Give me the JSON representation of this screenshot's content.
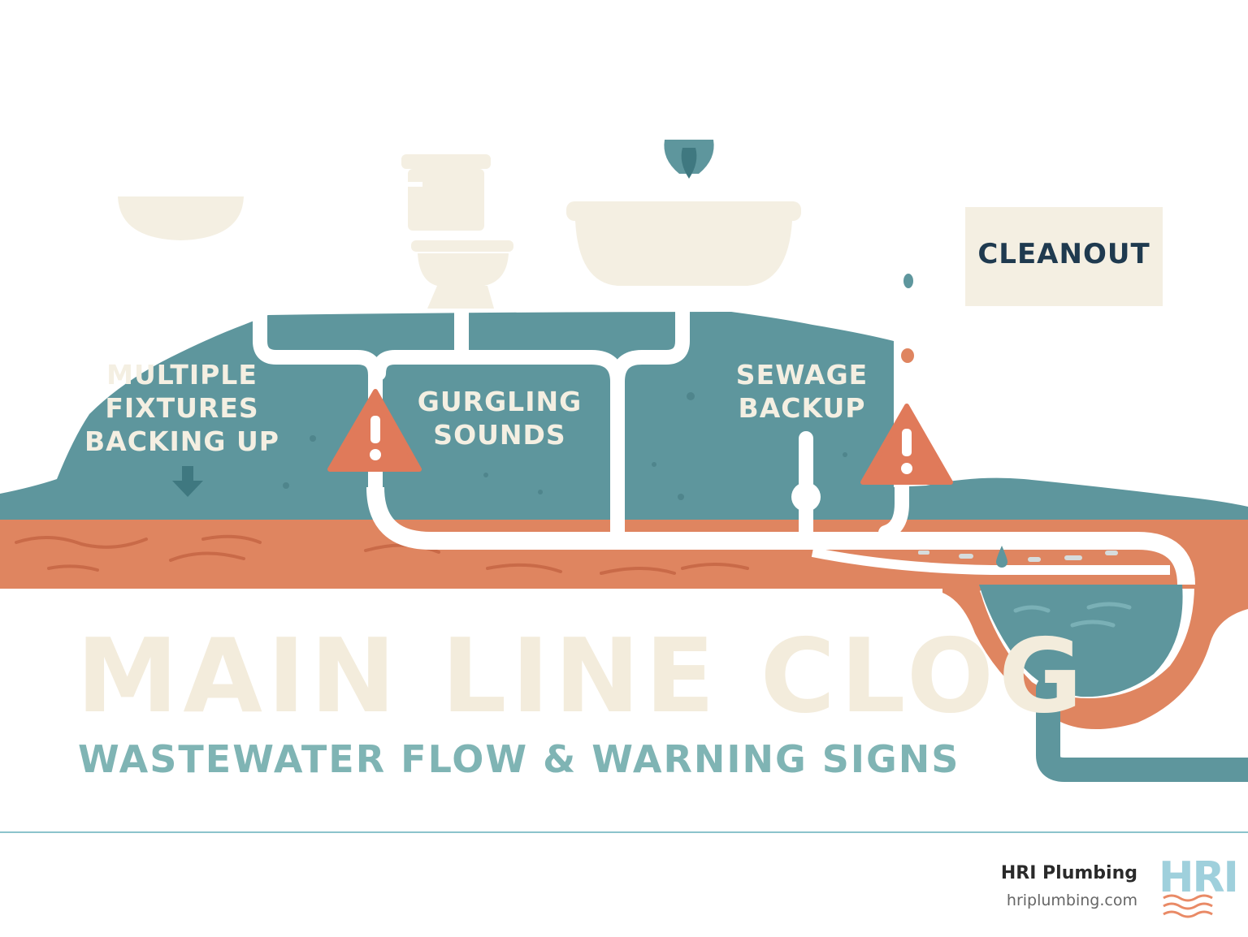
{
  "labels": {
    "multiple": [
      "MULTIPLE",
      "FIXTURES",
      "BACKING UP"
    ],
    "gurgling": [
      "GURGLING",
      "SOUNDS"
    ],
    "sewage": [
      "SEWAGE",
      "BACKUP"
    ],
    "cleanout": "CLEANOUT"
  },
  "title": "MAIN LINE CLOG",
  "subtitle": "WASTEWATER FLOW & WARNING SIGNS",
  "footer": {
    "brand": "HRI Plumbing",
    "url": "hriplumbing.com",
    "logo_text": "HRI"
  },
  "colors": {
    "teal": "#5e969d",
    "terracotta": "#df8560",
    "cream": "#f4efe2",
    "warning": "#e07a5a",
    "navy": "#1f3a4f",
    "subtitle": "#7fb4b4"
  },
  "icons": [
    "sink-icon",
    "toilet-icon",
    "bathtub-icon",
    "shower-head-icon",
    "warning-icon",
    "down-arrow-icon",
    "water-drop-icon"
  ]
}
